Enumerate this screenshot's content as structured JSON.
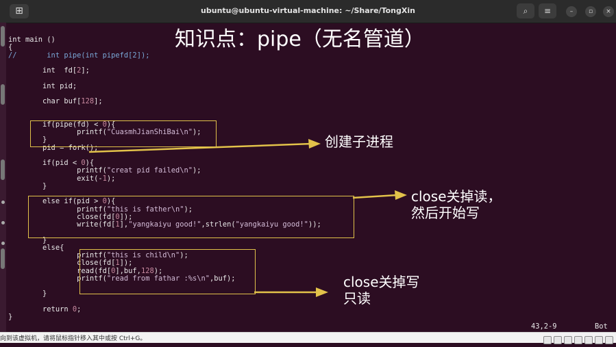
{
  "window": {
    "title": "ubuntu@ubuntu-virtual-machine: ~/Share/TongXin",
    "new_tab_icon": "plus-icon",
    "search_icon": "search-icon",
    "menu_icon": "hamburger-icon",
    "minimize_icon": "minimize-icon",
    "maximize_icon": "maximize-icon",
    "close_icon": "close-icon"
  },
  "heading": "知识点：pipe（无名管道）",
  "code": [
    [
      {
        "t": "int main ()"
      }
    ],
    [
      {
        "t": "{"
      }
    ],
    [
      {
        "t": "//       int pipe(int pipefd[",
        "k": "c"
      },
      {
        "t": "2",
        "k": "c"
      },
      {
        "t": "]);",
        "k": "c"
      }
    ],
    [
      {
        "t": ""
      }
    ],
    [
      {
        "t": "        int  fd["
      },
      {
        "t": "2",
        "k": "n"
      },
      {
        "t": "];"
      }
    ],
    [
      {
        "t": ""
      }
    ],
    [
      {
        "t": "        int pid;"
      }
    ],
    [
      {
        "t": ""
      }
    ],
    [
      {
        "t": "        char buf["
      },
      {
        "t": "128",
        "k": "n"
      },
      {
        "t": "];"
      }
    ],
    [
      {
        "t": ""
      }
    ],
    [
      {
        "t": ""
      }
    ],
    [
      {
        "t": "        if(pipe(fd) < "
      },
      {
        "t": "0",
        "k": "n"
      },
      {
        "t": "){"
      }
    ],
    [
      {
        "t": "                printf("
      },
      {
        "t": "\"CuasmhJianShiBai\\n\"",
        "k": "s"
      },
      {
        "t": ");"
      }
    ],
    [
      {
        "t": "        }"
      }
    ],
    [
      {
        "t": "        pid = fork();"
      }
    ],
    [
      {
        "t": ""
      }
    ],
    [
      {
        "t": "        if(pid < "
      },
      {
        "t": "0",
        "k": "n"
      },
      {
        "t": "){"
      }
    ],
    [
      {
        "t": "                printf("
      },
      {
        "t": "\"creat pid failed\\n\"",
        "k": "s"
      },
      {
        "t": ");"
      }
    ],
    [
      {
        "t": "                exit(-"
      },
      {
        "t": "1",
        "k": "n"
      },
      {
        "t": ");"
      }
    ],
    [
      {
        "t": "        }"
      }
    ],
    [
      {
        "t": ""
      }
    ],
    [
      {
        "t": "        else if(pid > "
      },
      {
        "t": "0",
        "k": "n"
      },
      {
        "t": "){"
      }
    ],
    [
      {
        "t": "                printf("
      },
      {
        "t": "\"this is father\\n\"",
        "k": "s"
      },
      {
        "t": ");"
      }
    ],
    [
      {
        "t": "                close(fd["
      },
      {
        "t": "0",
        "k": "n"
      },
      {
        "t": "]);"
      }
    ],
    [
      {
        "t": "                write(fd["
      },
      {
        "t": "1",
        "k": "n"
      },
      {
        "t": "],"
      },
      {
        "t": "\"yangkaiyu good!\"",
        "k": "s"
      },
      {
        "t": ",strlen("
      },
      {
        "t": "\"yangkaiyu good!\"",
        "k": "s"
      },
      {
        "t": "));"
      }
    ],
    [
      {
        "t": ""
      }
    ],
    [
      {
        "t": "        }"
      }
    ],
    [
      {
        "t": "        else{"
      }
    ],
    [
      {
        "t": "                printf("
      },
      {
        "t": "\"this is child\\n\"",
        "k": "s"
      },
      {
        "t": ");"
      }
    ],
    [
      {
        "t": "                close(fd["
      },
      {
        "t": "1",
        "k": "n"
      },
      {
        "t": "]);"
      }
    ],
    [
      {
        "t": "                read(fd["
      },
      {
        "t": "0",
        "k": "n"
      },
      {
        "t": "],buf,"
      },
      {
        "t": "128",
        "k": "n"
      },
      {
        "t": ");"
      }
    ],
    [
      {
        "t": "                printf("
      },
      {
        "t": "\"read from fathar :%s\\n\"",
        "k": "s"
      },
      {
        "t": ",buf);"
      }
    ],
    [
      {
        "t": ""
      }
    ],
    [
      {
        "t": "        }"
      }
    ],
    [
      {
        "t": ""
      }
    ],
    [
      {
        "t": "        return "
      },
      {
        "t": "0",
        "k": "n"
      },
      {
        "t": ";"
      }
    ],
    [
      {
        "t": "}"
      }
    ]
  ],
  "annotations": {
    "fork_note": "创建子进程",
    "parent_note_1": "close关掉读，",
    "parent_note_2": "然后开始写",
    "child_note_1": "close关掉写",
    "child_note_2": "只读"
  },
  "colors": {
    "highlight": "#e2c24a",
    "background": "#2c0d22"
  },
  "status": {
    "position": "43,2-9",
    "scroll": "Bot"
  },
  "bottom_hint": "向到该虚拟机，请将鼠标指针移入其中或按 Ctrl+G。"
}
